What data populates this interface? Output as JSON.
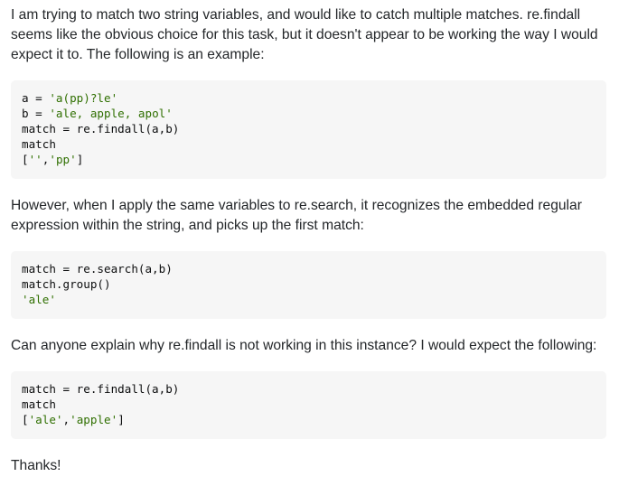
{
  "post": {
    "intro": "I am trying to match two string variables, and would like to catch multiple matches. re.findall seems like the obvious choice for this task, but it doesn't appear to be working the way I would expect it to. The following is an example:",
    "code1": [
      {
        "plain": "a = ",
        "str": "'a(pp)?le'",
        "after": ""
      },
      {
        "plain": "b = ",
        "str": "'ale, apple, apol'",
        "after": ""
      },
      {
        "plain": "match = re.findall(a,b)",
        "str": "",
        "after": ""
      },
      {
        "plain": "match",
        "str": "",
        "after": ""
      },
      {
        "plain": "[",
        "str": "''",
        "mid": ",",
        "str2": "'pp'",
        "after": "]"
      }
    ],
    "middle": "However, when I apply the same variables to re.search, it recognizes the embedded regular expression within the string, and picks up the first match:",
    "code2": [
      {
        "plain": "match = re.search(a,b)",
        "str": ""
      },
      {
        "plain": "match.group()",
        "str": ""
      },
      {
        "plain": "",
        "str": "'ale'"
      }
    ],
    "question": "Can anyone explain why re.findall is not working in this instance? I would expect the following:",
    "code3": [
      {
        "plain": "match = re.findall(a,b)",
        "str": ""
      },
      {
        "plain": "match",
        "str": ""
      },
      {
        "plain": "[",
        "str": "'ale'",
        "mid": ",",
        "str2": "'apple'",
        "after": "]"
      }
    ],
    "thanks": "Thanks!"
  }
}
